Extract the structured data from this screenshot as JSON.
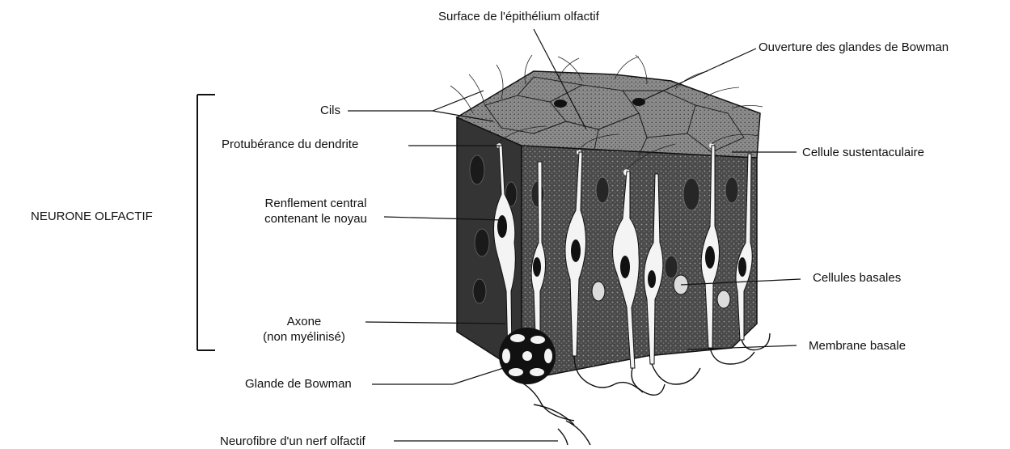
{
  "labels": {
    "surface_epithelium": "Surface de l'épithélium olfactif",
    "bowman_openings": "Ouverture des glandes de Bowman",
    "cilia": "Cils",
    "dendrite_knob": "Protubérance du dendrite",
    "sustentacular_cell": "Cellule sustentaculaire",
    "olfactory_neuron": "NEURONE  OLFACTIF",
    "central_swelling_line1": "Renflement central",
    "central_swelling_line2": "contenant le noyau",
    "basal_cells": "Cellules basales",
    "axon_line1": "Axone",
    "axon_line2": "(non myélinisé)",
    "basement_membrane": "Membrane basale",
    "bowman_gland": "Glande de Bowman",
    "nerve_fiber": "Neurofibre d'un nerf olfactif"
  },
  "colors": {
    "ink": "#111111",
    "tissue_dark": "#2c2c2c",
    "tissue_mid": "#555555",
    "tissue_top": "#8a8a8a",
    "cell_light": "#f4f4f4"
  }
}
